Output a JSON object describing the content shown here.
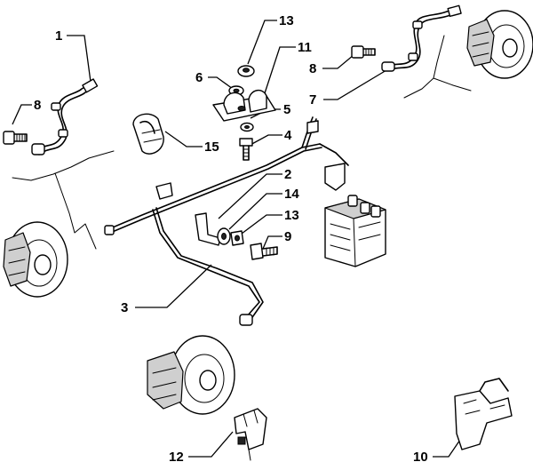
{
  "callouts": [
    {
      "id": "c1",
      "label": "1"
    },
    {
      "id": "c8a",
      "label": "8"
    },
    {
      "id": "c13a",
      "label": "13"
    },
    {
      "id": "c11",
      "label": "11"
    },
    {
      "id": "c6",
      "label": "6"
    },
    {
      "id": "c5",
      "label": "5"
    },
    {
      "id": "c15",
      "label": "15"
    },
    {
      "id": "c4",
      "label": "4"
    },
    {
      "id": "c8b",
      "label": "8"
    },
    {
      "id": "c7",
      "label": "7"
    },
    {
      "id": "c2",
      "label": "2"
    },
    {
      "id": "c14",
      "label": "14"
    },
    {
      "id": "c13b",
      "label": "13"
    },
    {
      "id": "c9",
      "label": "9"
    },
    {
      "id": "c3",
      "label": "3"
    },
    {
      "id": "c12",
      "label": "12"
    },
    {
      "id": "c10",
      "label": "10"
    }
  ]
}
